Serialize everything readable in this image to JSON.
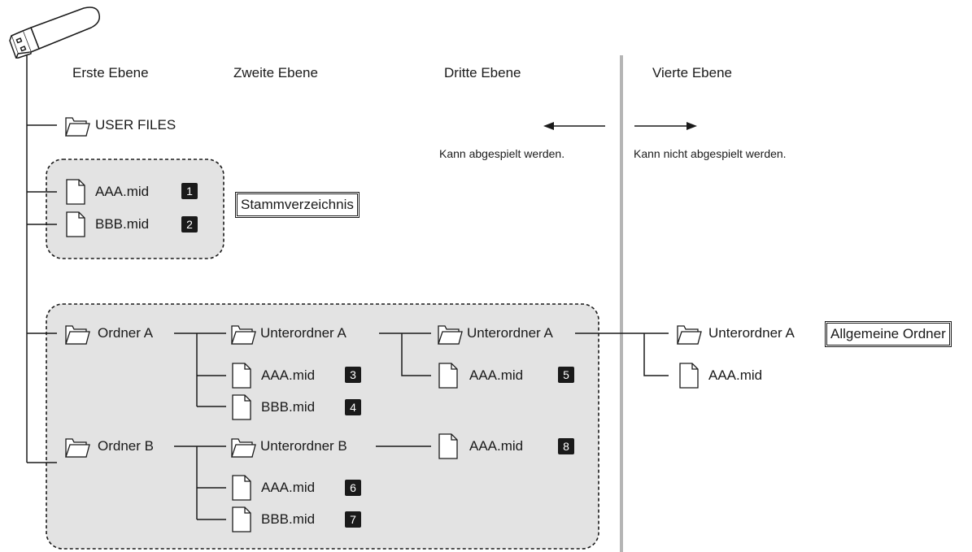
{
  "levels": {
    "first": "Erste Ebene",
    "second": "Zweite Ebene",
    "third": "Dritte Ebene",
    "fourth": "Vierte Ebene"
  },
  "playable": {
    "can_play": "Kann abgespielt werden.",
    "cannot_play": "Kann nicht abgespielt werden."
  },
  "labels": {
    "root": "Stammverzeichnis",
    "general_folders": "Allgemeine Ordner"
  },
  "tree": {
    "user_files": "USER FILES",
    "root_file_1": "AAA.mid",
    "root_file_2": "BBB.mid",
    "folder_a": "Ordner A",
    "folder_a_sub": "Unterordner A",
    "folder_a_file_1": "AAA.mid",
    "folder_a_file_2": "BBB.mid",
    "folder_a_sub_sub": "Unterordner A",
    "folder_a_sub_file": "AAA.mid",
    "level4_sub": "Unterordner A",
    "level4_file": "AAA.mid",
    "folder_b": "Ordner B",
    "folder_b_sub": "Unterordner B",
    "folder_b_sub_file": "AAA.mid",
    "folder_b_file_1": "AAA.mid",
    "folder_b_file_2": "BBB.mid"
  },
  "badges": {
    "b1": "1",
    "b2": "2",
    "b3": "3",
    "b4": "4",
    "b5": "5",
    "b6": "6",
    "b7": "7",
    "b8": "8"
  },
  "colors": {
    "group_fill": "#e3e3e3",
    "divider": "#b5b5b5",
    "ink": "#1a1a1a"
  }
}
